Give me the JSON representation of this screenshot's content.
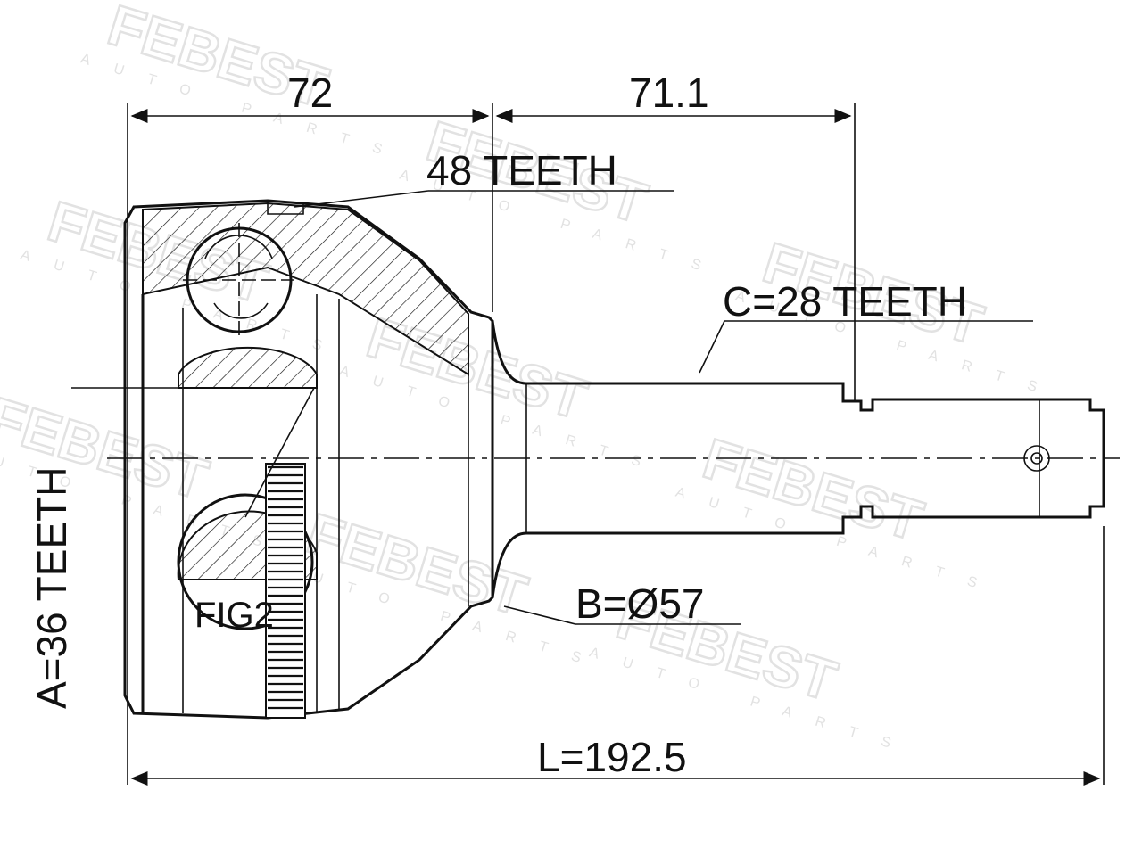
{
  "watermark": {
    "brand": "FEBEST",
    "sub": "AUTO PARTS"
  },
  "dimensions": {
    "outer_length": "72",
    "shaft_length": "71.1",
    "total_length": "L=192.5"
  },
  "callouts": {
    "outer_teeth": "48 TEETH",
    "inner_teeth": "A=36 TEETH",
    "shaft_teeth": "C=28 TEETH",
    "diameter": "B=Ø57",
    "figure": "FIG2"
  }
}
